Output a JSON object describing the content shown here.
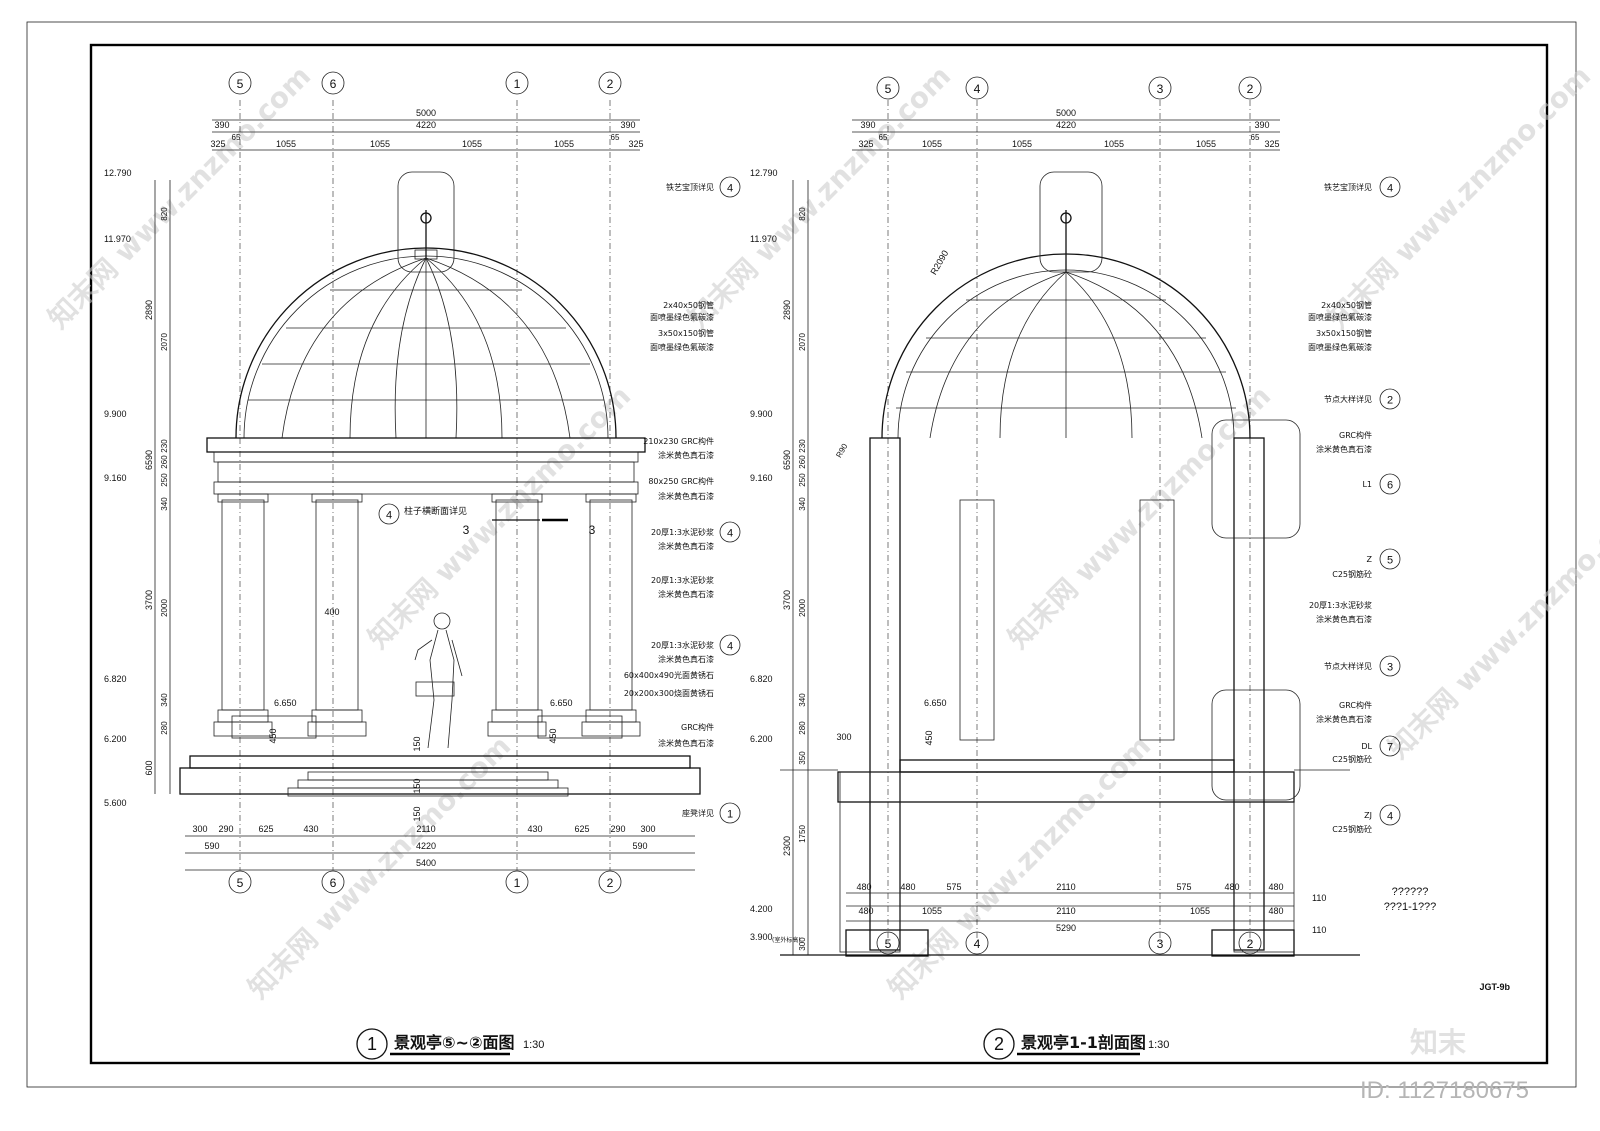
{
  "sheet_code": "JGT-9b",
  "watermarks": {
    "site": "www.znzmo.com",
    "brand_cn": "知末网",
    "logo_cn": "知末",
    "id_label": "ID: 1127180675"
  },
  "unknown_note": {
    "line1": "??????",
    "line2": "???1-1???"
  },
  "left": {
    "title": "景观亭⑤~②面图",
    "scale": "1:30",
    "circle_no": "1",
    "axes_top": [
      "5",
      "6",
      "1",
      "2"
    ],
    "axes_bottom": [
      "5",
      "6",
      "1",
      "2"
    ],
    "dims_top_total": "5000",
    "dims_top_mid": [
      "390",
      "4220",
      "390"
    ],
    "dims_top_small": [
      "65",
      "65"
    ],
    "dims_top_row": [
      "325",
      "1055",
      "1055",
      "1055",
      "1055",
      "325"
    ],
    "elevations": [
      "12.790",
      "11.970",
      "9.900",
      "9.160",
      "6.820",
      "6.200",
      "5.600"
    ],
    "dims_vert_outer": [
      "2890",
      "6590",
      "3700",
      "600"
    ],
    "dims_vert_inner": [
      "820",
      "2070",
      "230",
      "260",
      "250",
      "340",
      "2000",
      "340",
      "280"
    ],
    "dims_bottom_row1": [
      "300",
      "290",
      "625",
      "430",
      "2110",
      "430",
      "625",
      "290",
      "300"
    ],
    "dims_bottom_row2": [
      "590",
      "4220",
      "590"
    ],
    "dims_bottom_total": "5400",
    "inner_labels": {
      "col_width": "400",
      "seat_h": "450",
      "seat_level_l": "6.650",
      "seat_level_r": "6.650",
      "step": "150",
      "section_mark": "3"
    },
    "callouts": [
      {
        "text": "铁艺宝顶详见",
        "ref": "4"
      },
      {
        "text": "2x40x50钢管",
        "ref": ""
      },
      {
        "text": "面喷墨绿色氟碳漆",
        "ref": ""
      },
      {
        "text": "3x50x150钢管",
        "ref": ""
      },
      {
        "text": "面喷墨绿色氟碳漆",
        "ref": ""
      },
      {
        "text": "210x230 GRC构件",
        "ref": ""
      },
      {
        "text": "涂米黄色真石漆",
        "ref": ""
      },
      {
        "text": "80x250 GRC构件",
        "ref": ""
      },
      {
        "text": "涂米黄色真石漆",
        "ref": ""
      },
      {
        "text": "20厚1:3水泥砂浆",
        "ref": "4"
      },
      {
        "text": "涂米黄色真石漆",
        "ref": ""
      },
      {
        "text": "20厚1:3水泥砂浆",
        "ref": ""
      },
      {
        "text": "涂米黄色真石漆",
        "ref": ""
      },
      {
        "text": "20厚1:3水泥砂浆",
        "ref": "4"
      },
      {
        "text": "涂米黄色真石漆",
        "ref": ""
      },
      {
        "text": "60x400x490光面黄锈石",
        "ref": ""
      },
      {
        "text": "20x200x300烧面黄锈石",
        "ref": ""
      },
      {
        "text": "GRC构件",
        "ref": ""
      },
      {
        "text": "涂米黄色真石漆",
        "ref": ""
      },
      {
        "text": "座凳详见",
        "ref": "1"
      }
    ],
    "column_note": {
      "text": "柱子横断面详见",
      "ref": "4"
    }
  },
  "right": {
    "title": "景观亭1-1剖面图",
    "scale": "1:30",
    "circle_no": "2",
    "axes_top": [
      "5",
      "4",
      "3",
      "2"
    ],
    "axes_bottom": [
      "5",
      "4",
      "3",
      "2"
    ],
    "dims_top_total": "5000",
    "dims_top_mid": [
      "390",
      "4220",
      "390"
    ],
    "dims_top_small": [
      "65",
      "65"
    ],
    "dims_top_row": [
      "325",
      "1055",
      "1055",
      "1055",
      "1055",
      "325"
    ],
    "elevations": [
      "12.790",
      "11.970",
      "9.900",
      "9.160",
      "6.820",
      "6.200",
      "4.200",
      "3.900"
    ],
    "ground_note": "(室外标高)",
    "dims_vert_outer": [
      "2890",
      "6590",
      "3700",
      "2300"
    ],
    "dims_vert_inner": [
      "820",
      "2070",
      "230",
      "260",
      "250",
      "340",
      "2000",
      "340",
      "280",
      "350",
      "1750",
      "300"
    ],
    "radius": "R2090",
    "radius_small": "R90",
    "inner_labels": {
      "slab_off": "300",
      "seat_h": "450",
      "seat_level": "6.650"
    },
    "dims_bottom_row1": [
      "480",
      "480",
      "575",
      "2110",
      "575",
      "480",
      "480"
    ],
    "dims_bottom_row2": [
      "480",
      "1055",
      "2110",
      "1055",
      "480"
    ],
    "dims_bottom_total": "5290",
    "dims_right": [
      "110",
      "110"
    ],
    "callouts": [
      {
        "text": "铁艺宝顶详见",
        "ref": "4"
      },
      {
        "text": "2x40x50钢管",
        "ref": ""
      },
      {
        "text": "面喷墨绿色氟碳漆",
        "ref": ""
      },
      {
        "text": "3x50x150钢管",
        "ref": ""
      },
      {
        "text": "面喷墨绿色氟碳漆",
        "ref": ""
      },
      {
        "text": "节点大样详见",
        "ref": "2"
      },
      {
        "text": "GRC构件",
        "ref": ""
      },
      {
        "text": "涂米黄色真石漆",
        "ref": ""
      },
      {
        "text": "L1",
        "ref": "6"
      },
      {
        "text": "Z",
        "ref": "5"
      },
      {
        "text": "C25钢筋砼",
        "ref": ""
      },
      {
        "text": "20厚1:3水泥砂浆",
        "ref": ""
      },
      {
        "text": "涂米黄色真石漆",
        "ref": ""
      },
      {
        "text": "节点大样详见",
        "ref": "3"
      },
      {
        "text": "GRC构件",
        "ref": ""
      },
      {
        "text": "涂米黄色真石漆",
        "ref": ""
      },
      {
        "text": "DL",
        "ref": "7"
      },
      {
        "text": "C25钢筋砼",
        "ref": ""
      },
      {
        "text": "ZJ",
        "ref": "4"
      },
      {
        "text": "C25钢筋砼",
        "ref": ""
      }
    ]
  }
}
